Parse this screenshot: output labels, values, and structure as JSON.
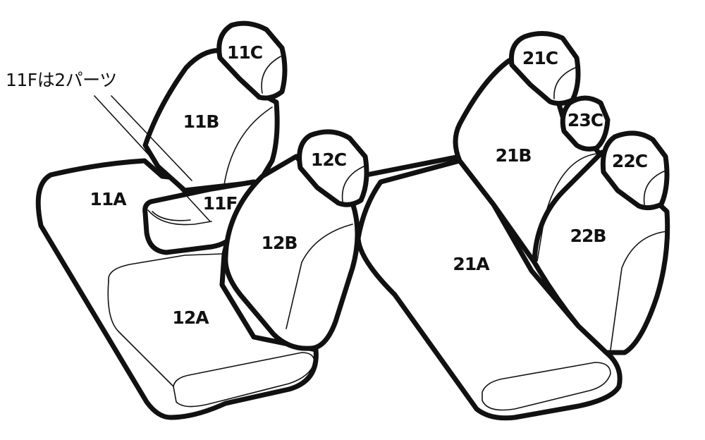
{
  "labels": {
    "p11A": "11A",
    "p11B": "11B",
    "p11C": "11C",
    "p11F": "11F",
    "p12A": "12A",
    "p12B": "12B",
    "p12C": "12C",
    "p21A": "21A",
    "p21B": "21B",
    "p21C": "21C",
    "p22B": "22B",
    "p22C": "22C",
    "p23C": "23C"
  },
  "note": "11Fは2パーツ",
  "colors": {
    "line": "#111111",
    "background": "#ffffff"
  }
}
